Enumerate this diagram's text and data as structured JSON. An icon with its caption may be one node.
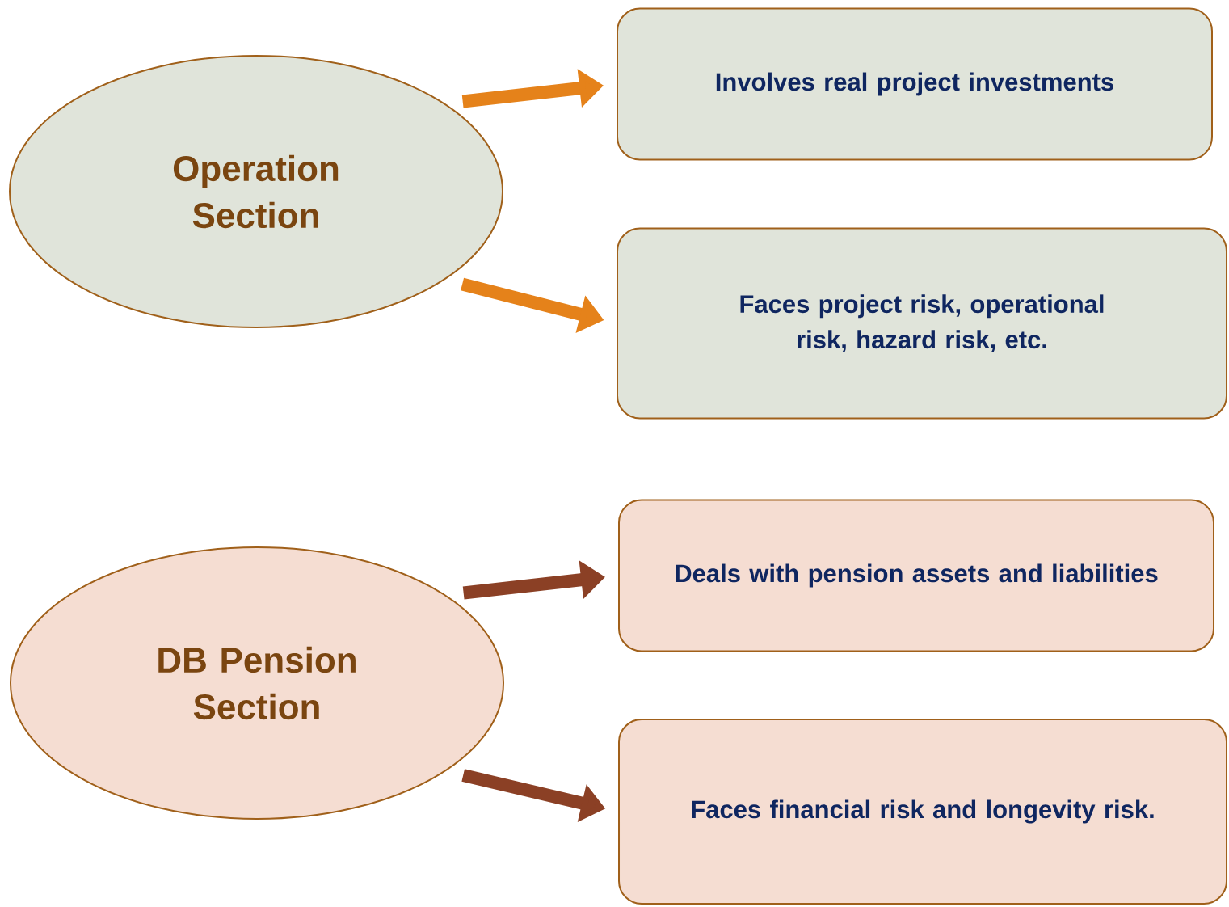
{
  "diagram": {
    "nodes": [
      {
        "text": [
          "Operation Section"
        ]
      },
      {
        "text": [
          "Involves real project investments"
        ]
      },
      {
        "text": [
          "Faces project risk, operational risk, hazard risk, etc."
        ]
      },
      {
        "text": [
          "DB Pension Section"
        ]
      },
      {
        "text": [
          "Deals with pension assets and liabilities"
        ]
      },
      {
        "text": [
          "Faces financial risk and longevity risk."
        ]
      }
    ],
    "edges": [
      {
        "from": 0,
        "to": 1,
        "arrow": "to"
      },
      {
        "from": 0,
        "to": 2,
        "arrow": "to"
      },
      {
        "from": 3,
        "to": 4,
        "arrow": "to",
        "color": "#8b4025"
      },
      {
        "from": 3,
        "to": 5,
        "arrow": "to",
        "color": "#8b4025"
      }
    ]
  }
}
